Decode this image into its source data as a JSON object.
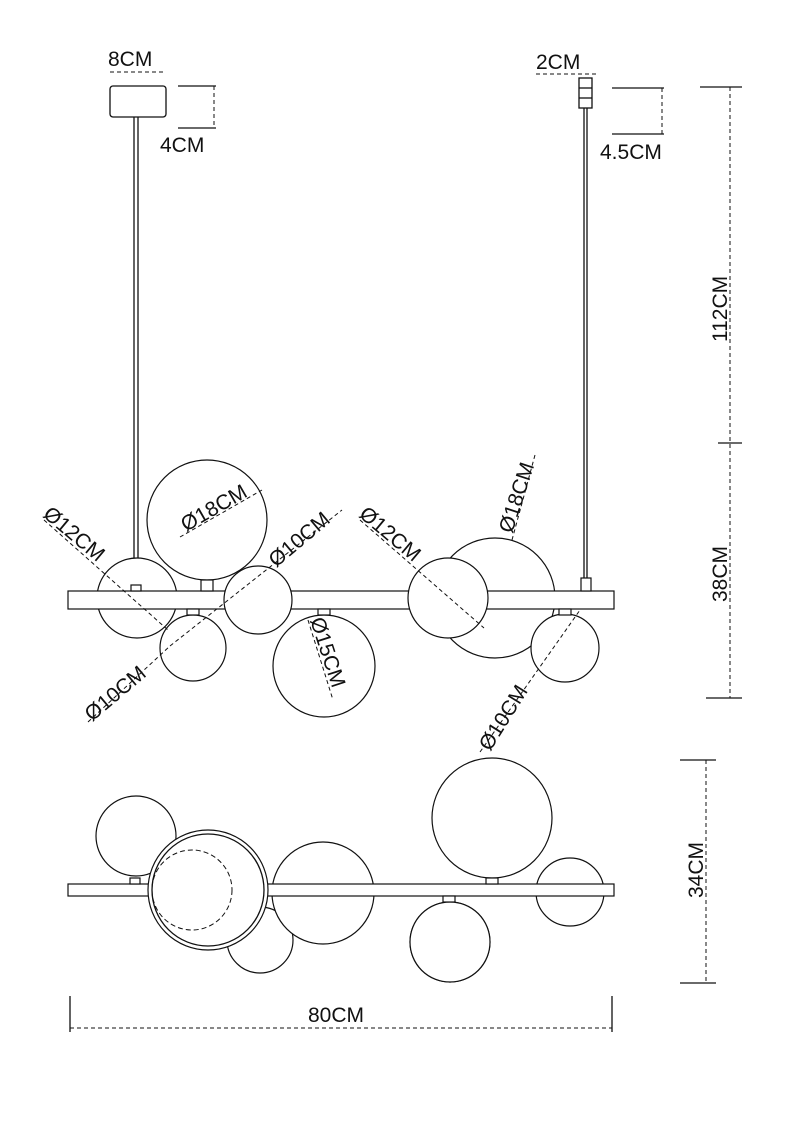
{
  "front_view": {
    "canopy_width": "8CM",
    "canopy_height": "4CM",
    "connector_width": "2CM",
    "connector_height": "4.5CM",
    "cable_length": "112CM",
    "body_height": "38CM",
    "globes": [
      "Ø12CM",
      "Ø18CM",
      "Ø10CM",
      "Ø10CM",
      "Ø15CM",
      "Ø12CM",
      "Ø18CM",
      "Ø10CM"
    ]
  },
  "top_view": {
    "depth": "34CM",
    "width": "80CM"
  }
}
